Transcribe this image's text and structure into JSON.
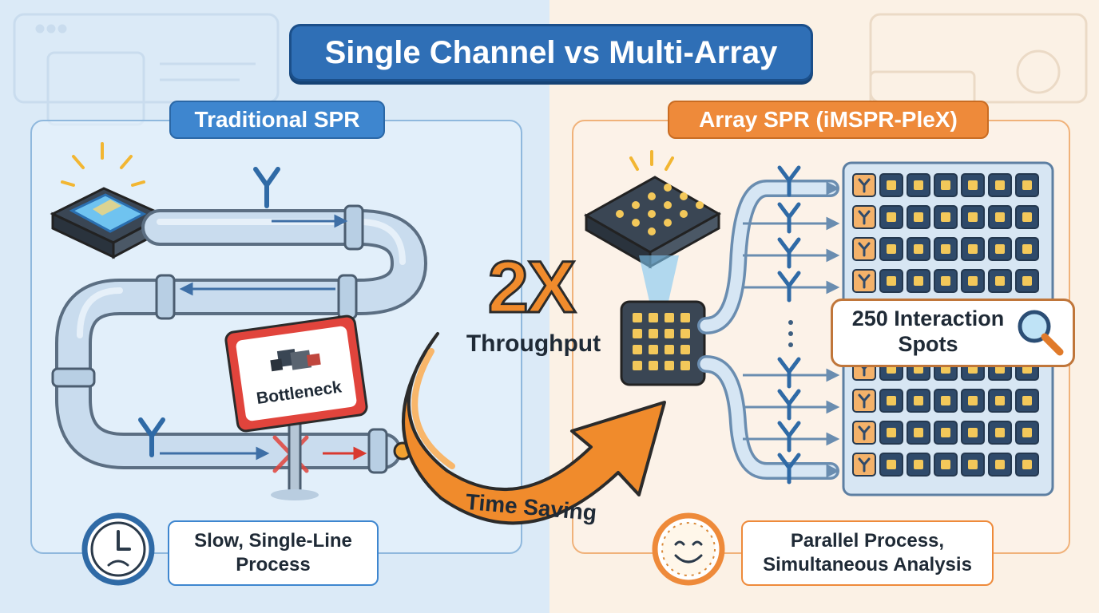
{
  "header": {
    "title": "Single Channel vs Multi-Array"
  },
  "left": {
    "label": "Traditional SPR",
    "bottleneck_label": "Bottleneck",
    "caption": "Slow, Single-Line Process"
  },
  "middle": {
    "multiplier": "2X",
    "multiplier_caption": "Throughput",
    "arrow_caption": "Time Saving"
  },
  "right": {
    "label": "Array SPR (iMSPR-PleX)",
    "callout": "250 Interaction Spots",
    "caption": "Parallel Process, Simultaneous Analysis"
  },
  "colors": {
    "blue": "#3e86cf",
    "orange": "#ee8a3a",
    "red": "#e1443c",
    "chip_gold": "#f3c85a"
  },
  "icons": [
    "clock-icon",
    "smiley-icon",
    "magnifier-icon",
    "antibody-icon",
    "sensor-chip-icon",
    "array-chip-icon"
  ]
}
